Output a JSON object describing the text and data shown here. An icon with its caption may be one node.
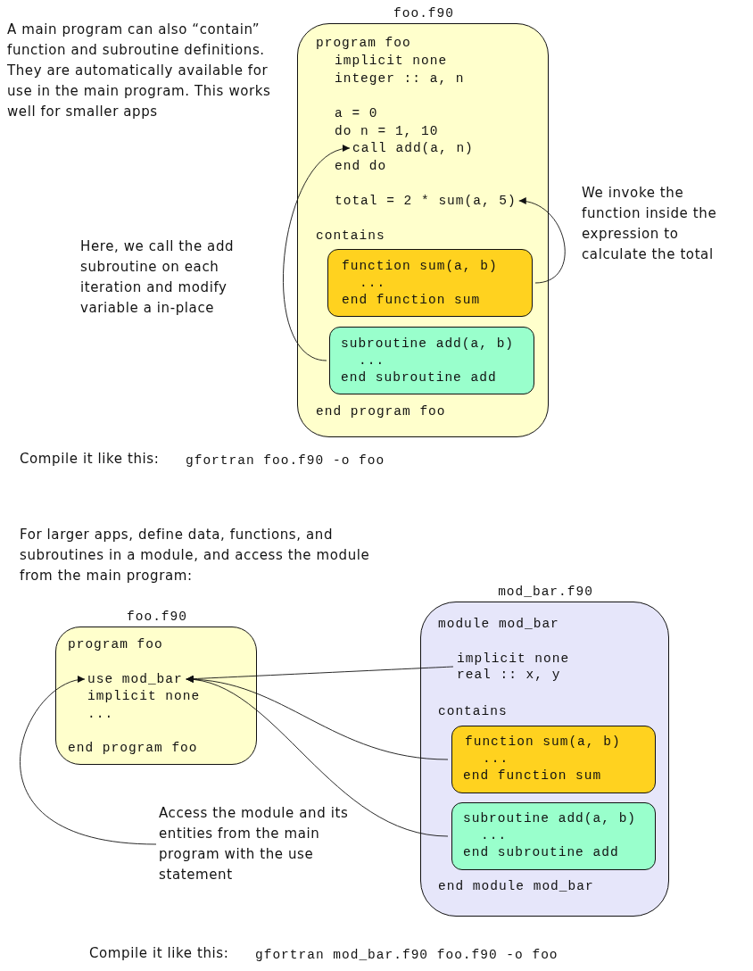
{
  "diagram": {
    "nodes": [
      {
        "text": [
          "foo.f90",
          "program foo",
          "implicit none",
          "integer :: a, n",
          "a = 0",
          "do n = 1, 10",
          "end do",
          "contains",
          "end program foo"
        ]
      },
      {
        "text": [
          "call add(a, n)"
        ],
        "in": 0
      },
      {
        "text": [
          "total = 2 * sum(a, 5)"
        ],
        "in": 0
      },
      {
        "text": [
          "function sum(a, b)",
          "...",
          "end function sum"
        ],
        "in": 0
      },
      {
        "text": [
          "subroutine add(a, b)",
          "...",
          "end subroutine add"
        ],
        "in": 0
      },
      {
        "text": [
          "foo.f90",
          "program foo",
          "implicit none",
          "...",
          "end program foo"
        ]
      },
      {
        "text": [
          "use mod_bar"
        ],
        "in": 5
      },
      {
        "text": [
          "mod_bar.f90",
          "module mod_bar",
          "contains",
          "end module mod_bar"
        ]
      },
      {
        "text": [
          "implicit none",
          "real :: x, y"
        ],
        "in": 7
      },
      {
        "text": [
          "function sum(a, b)",
          "...",
          "end function sum"
        ],
        "in": 7
      },
      {
        "text": [
          "subroutine add(a, b)",
          "...",
          "end subroutine add"
        ],
        "in": 7
      },
      {
        "text": [
          "Access the module and its entities from the main program with the use statement"
        ]
      }
    ],
    "edges": [
      {
        "from": 4,
        "to": 1,
        "arrow": "to"
      },
      {
        "from": 3,
        "to": 2,
        "arrow": "to"
      },
      {
        "from": 8,
        "to": 6,
        "arrow": "to"
      },
      {
        "from": 9,
        "to": 6,
        "arrow": "to"
      },
      {
        "from": 10,
        "to": 6,
        "arrow": "to"
      },
      {
        "from": 11,
        "to": 6,
        "arrow": "to"
      }
    ],
    "labels": [
      "A main program can also “contain” function and subroutine definitions. They are automatically available for use in the main program. This works well for smaller apps",
      "We invoke the function inside the expression to calculate the total",
      "Here, we call the add subroutine on each iteration and modify variable a in-place",
      "Compile it like this:",
      "gfortran foo.f90 -o foo",
      "For larger apps, define data, functions, and subroutines in a module, and access the module from the main program:",
      "Compile it like this:",
      "gfortran mod_bar.f90 foo.f90 -o foo"
    ]
  }
}
